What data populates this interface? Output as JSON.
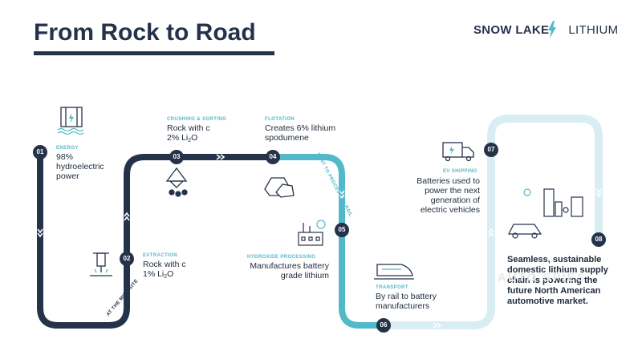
{
  "title": "From Rock to Road",
  "brand": {
    "name_bold": "SNOW LAKE",
    "name_light": "LITHIUM"
  },
  "colors": {
    "navy": "#25334a",
    "teal": "#52b9c9",
    "light_teal": "#d8eef2"
  },
  "steps": [
    {
      "num": "01",
      "category": "ENERGY",
      "text": "98% hydroelectric power",
      "icon": "dam-icon"
    },
    {
      "num": "02",
      "category": "EXTRACTION",
      "text_before": "Rock with c 1% Li",
      "sub": "2",
      "text_after": "O",
      "icon": "jackhammer-icon"
    },
    {
      "num": "03",
      "category": "CRUSHING & SORTING",
      "text_before": "Rock with c 2% Li",
      "sub": "2",
      "text_after": "O",
      "icon": "crusher-icon"
    },
    {
      "num": "04",
      "category": "FLOTATION",
      "text": "Creates 6% lithium spodumene",
      "icon": "rocks-icon"
    },
    {
      "num": "05",
      "category": "HYDROXIDE PROCESSING",
      "text": "Manufactures battery grade lithium",
      "icon": "factory-icon"
    },
    {
      "num": "06",
      "category": "TRANSPORT",
      "text": "By rail to battery manufacturers",
      "icon": "train-icon"
    },
    {
      "num": "07",
      "category": "EV SHIPPING",
      "text": "Batteries used to power the next generation of electric vehicles",
      "icon": "truck-icon"
    },
    {
      "num": "08",
      "text": "Seamless, sustainable domestic lithium supply chain is powering the future North American automotive market.",
      "icon": "city-car-icon"
    }
  ],
  "path_labels": {
    "mine_site": "AT THE MINE SITE",
    "rail": "SENT TO PROCESS BY RAIL"
  },
  "watermark": "AUTO SPIES"
}
